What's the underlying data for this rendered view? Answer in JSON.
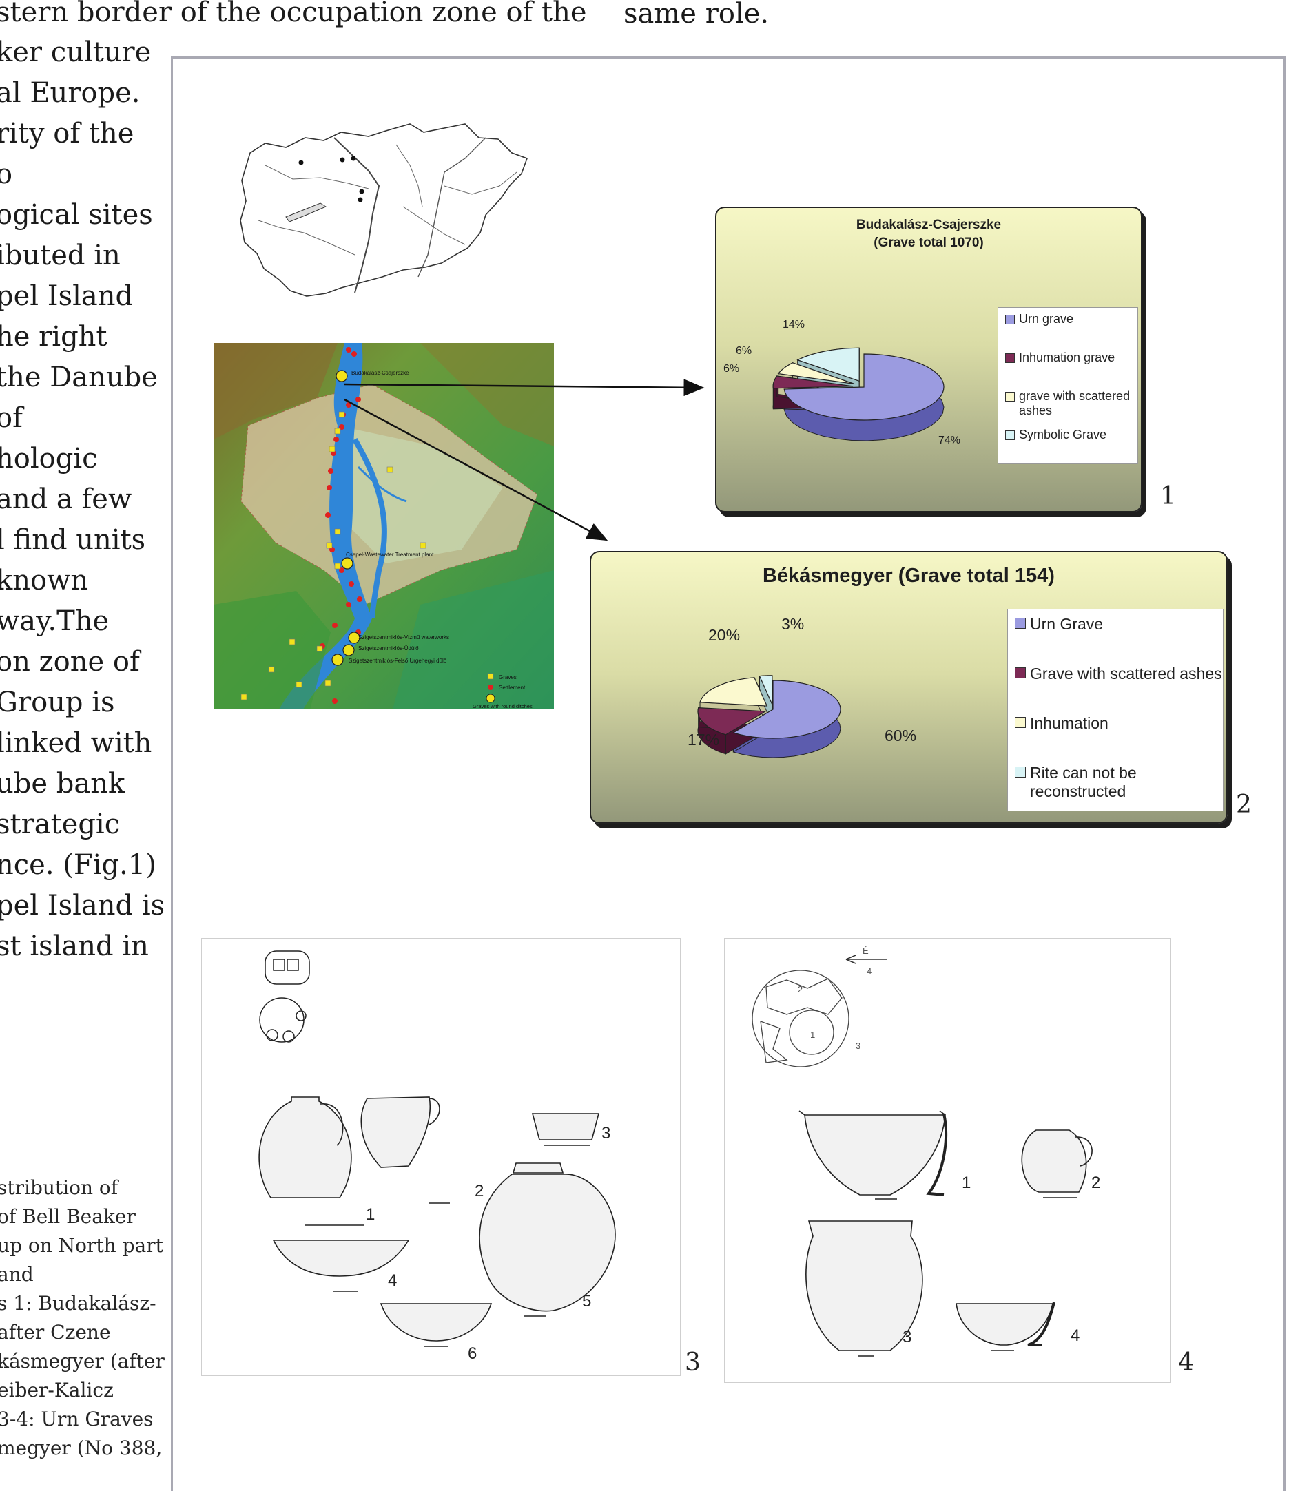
{
  "body_text": {
    "lines": [
      "stern border of the occupation zone of the",
      "ker culture",
      "al Europe.",
      "rity of the",
      "o",
      "ogical sites",
      "ibuted in",
      "pel Island",
      "he right",
      "the Danube",
      " of",
      "hologic",
      " and a few",
      "l find units",
      "known",
      "way.The",
      "on zone of",
      "Group is",
      "linked with",
      "ube bank",
      "strategic",
      "nce. (Fig.1)",
      "pel Island is",
      "st island in"
    ],
    "right_column_line": "same role."
  },
  "caption": {
    "lines": [
      "stribution of",
      "of Bell Beaker",
      "up on North part",
      " and",
      "s 1: Budakalász-",
      "after Czene",
      "kásmegyer (after",
      "eiber-Kalicz",
      " 3-4: Urn Graves",
      "megyer (No 388,"
    ]
  },
  "map": {
    "labels": {
      "site1": "Budakalász-Csajerszke",
      "site2": "Csepel-Wastewater Treatment plant",
      "site3": "Szigetszentmiklós-Vízmű waterworks",
      "site4": "Szigetszentmiklós-Üdülő",
      "site5": "Szigetszentmiklós-Felső Ürgehegyi dűlő"
    },
    "legend": {
      "graves": "Graves",
      "settlement": "Settlement",
      "ditches": "Graves with round ditches"
    }
  },
  "figure_numbers": {
    "chart1": "1",
    "chart2": "2",
    "drawing3": "3",
    "drawing4": "4"
  },
  "colors": {
    "urn": "#9b9be0",
    "inhumation": "#7d2a55",
    "scattered": "#fbf9cf",
    "symbolic": "#d8f3f5",
    "frame": "#a9a9b3"
  },
  "chart_data": [
    {
      "type": "pie",
      "title": "Budakalász-Csajerszke",
      "subtitle": "(Grave total 1070)",
      "series": [
        {
          "name": "Urn grave",
          "value": 74,
          "label": "74%"
        },
        {
          "name": "Inhumation grave",
          "value": 6,
          "label": "6%"
        },
        {
          "name": "grave with scattered ashes",
          "value": 6,
          "label": "6%"
        },
        {
          "name": "Symbolic Grave",
          "value": 14,
          "label": "14%"
        }
      ],
      "legend_position": "right",
      "style": "3d-exploded"
    },
    {
      "type": "pie",
      "title": "Békásmegyer (Grave total 154)",
      "series": [
        {
          "name": "Urn Grave",
          "value": 60,
          "label": "60%"
        },
        {
          "name": "Grave with scattered ashes",
          "value": 17,
          "label": "17%"
        },
        {
          "name": "Inhumation",
          "value": 20,
          "label": "20%"
        },
        {
          "name": "Rite can not be reconstructed",
          "value": 3,
          "label": "3%"
        }
      ],
      "legend_position": "right",
      "style": "3d-exploded"
    }
  ],
  "drawing_numbers": {
    "left": [
      "1",
      "2",
      "3",
      "4",
      "5",
      "6"
    ],
    "right": [
      "1",
      "2",
      "3",
      "4"
    ],
    "plan_numbers": [
      "4",
      "1",
      "3",
      "2"
    ],
    "arrow_letter": "É"
  }
}
